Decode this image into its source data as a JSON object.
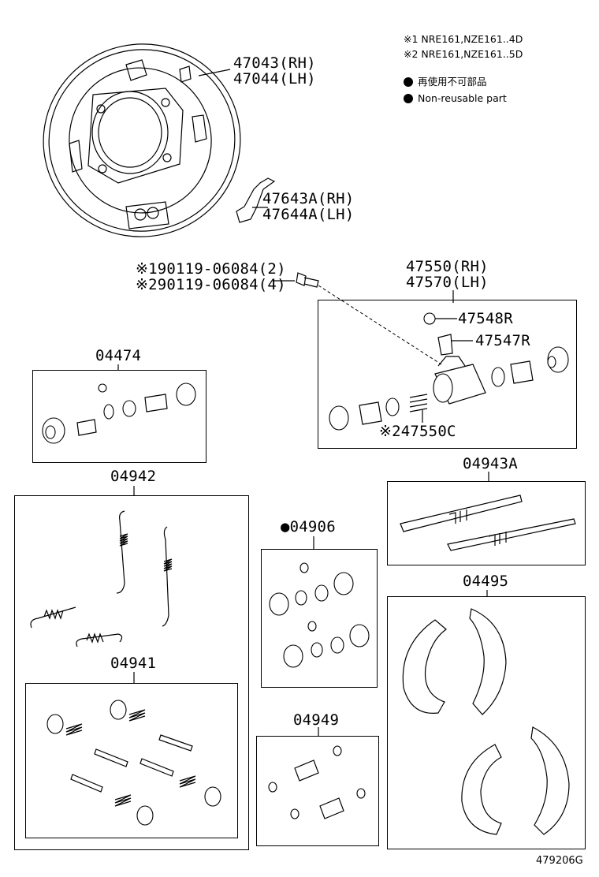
{
  "notes": {
    "note1": "※1 NRE161,NZE161..4D",
    "note2": "※2 NRE161,NZE161..5D",
    "legend_jp": "再使用不可部品",
    "legend_en": "Non-reusable part"
  },
  "labels": {
    "backing_plate_rh": "47043(RH)",
    "backing_plate_lh": "47044(LH)",
    "bracket_rh": "47643A(RH)",
    "bracket_lh": "47644A(LH)",
    "bolt_1": "※190119-06084(2)",
    "bolt_2": "※290119-06084(4)",
    "cylinder_rh": "47550(RH)",
    "cylinder_lh": "47570(LH)",
    "bleeder_cap": "47548R",
    "bleeder_plug": "47547R",
    "cylinder_spring": "※247550C",
    "kit_04474": "04474",
    "kit_04942": "04942",
    "kit_04943a": "04943A",
    "kit_04906": "●04906",
    "kit_04495": "04495",
    "kit_04941": "04941",
    "kit_04949": "04949",
    "diagram_code": "479206G"
  }
}
